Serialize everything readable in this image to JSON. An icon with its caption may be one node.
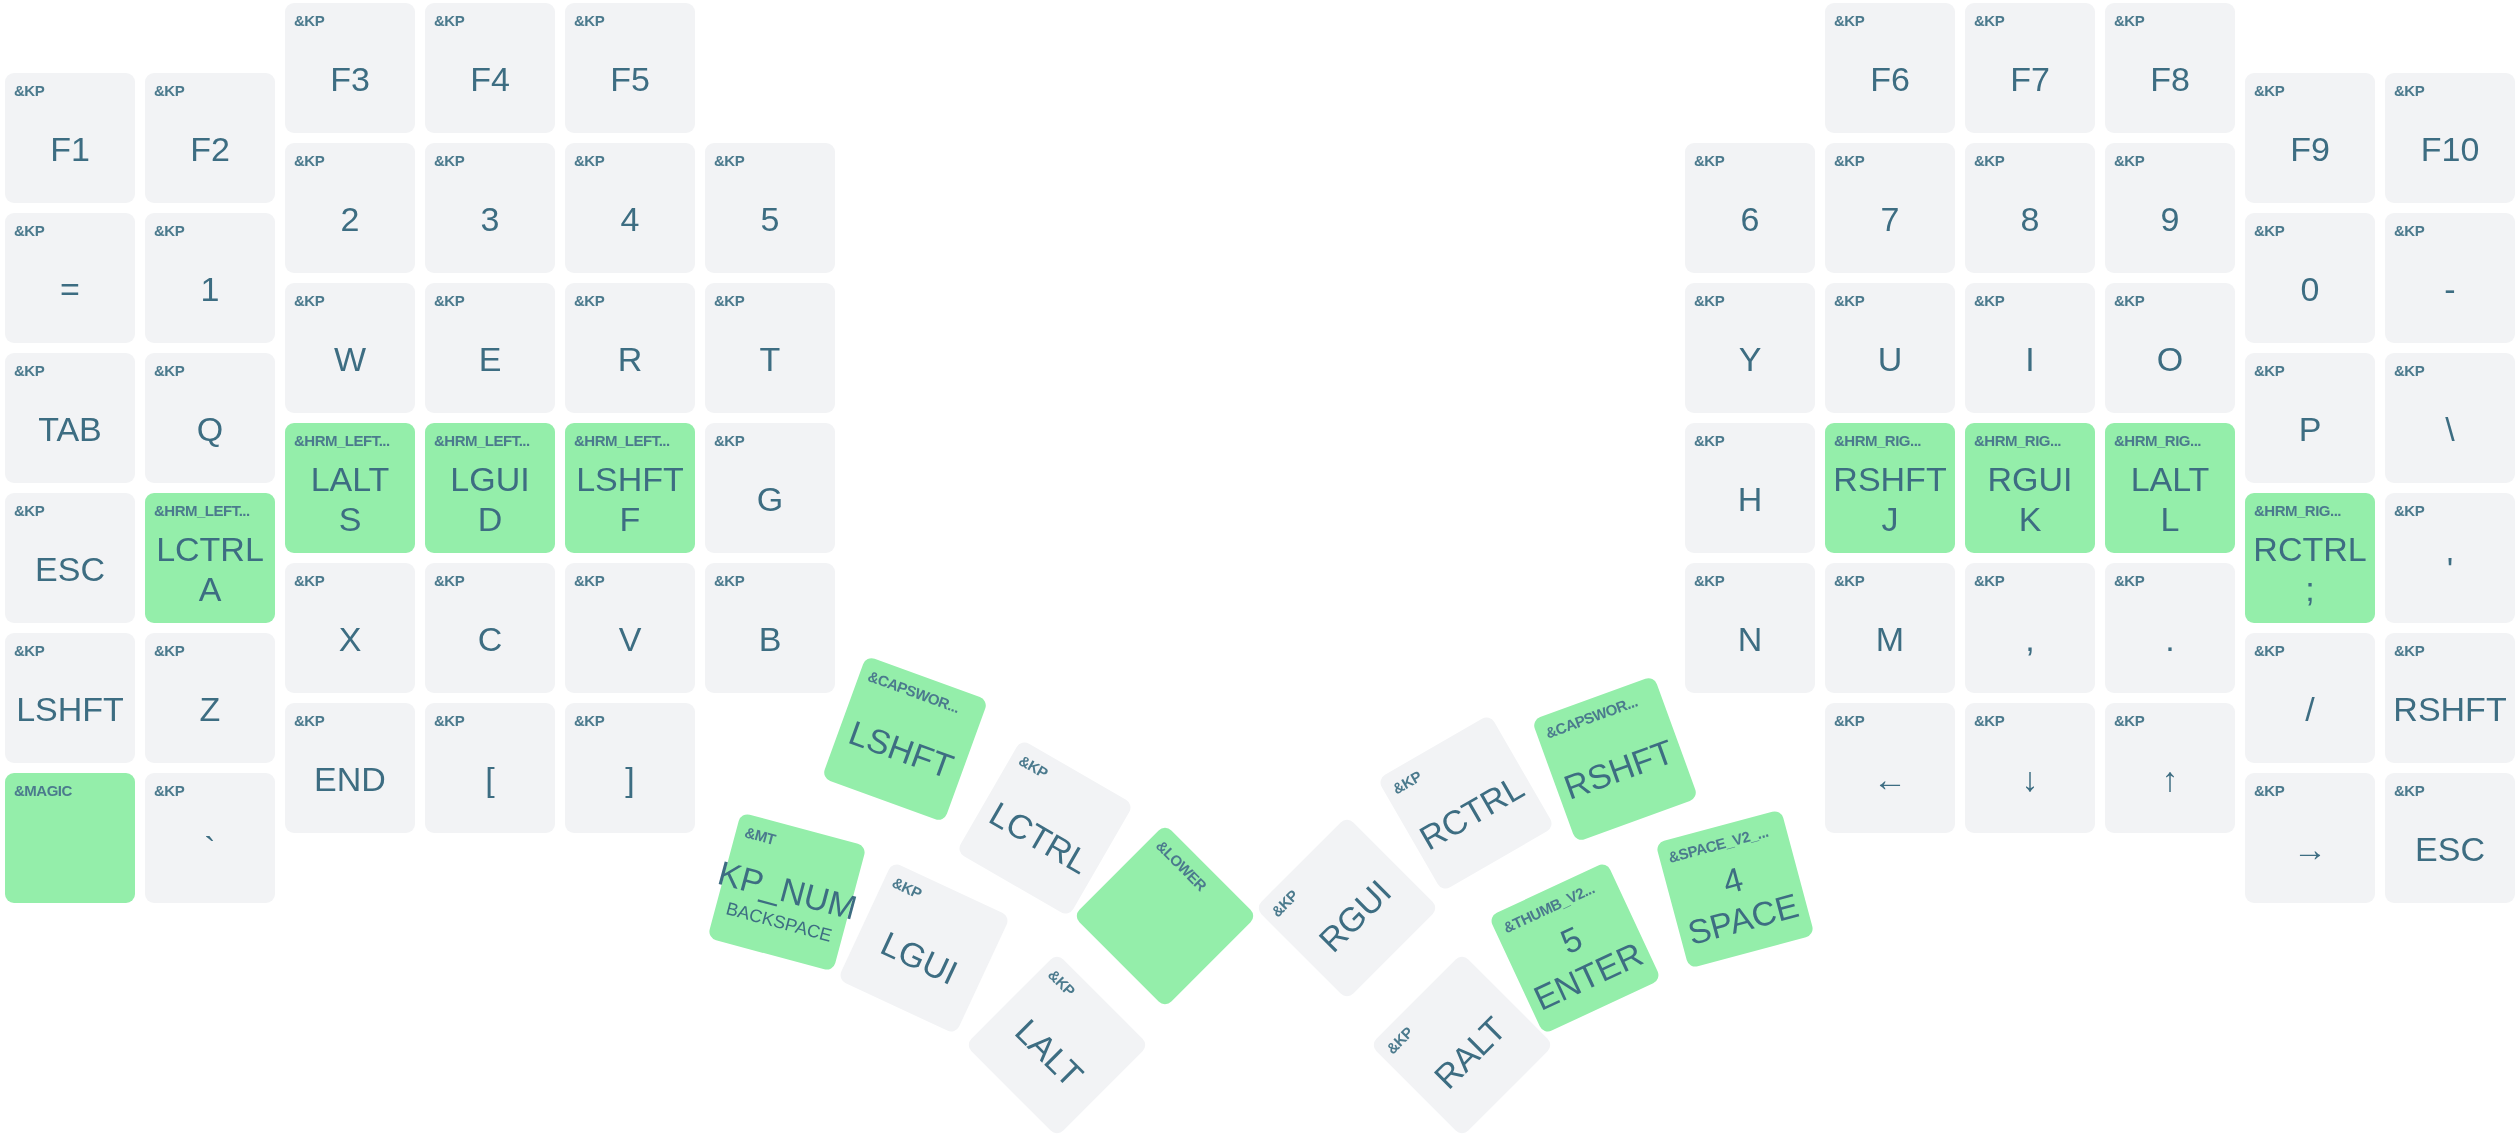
{
  "diagram": {
    "nodes": [
      {
        "text": [
          "&KP",
          "F1"
        ]
      },
      {
        "text": [
          "&KP",
          "F2"
        ]
      },
      {
        "text": [
          "&KP",
          "F3"
        ]
      },
      {
        "text": [
          "&KP",
          "F4"
        ]
      },
      {
        "text": [
          "&KP",
          "F5"
        ]
      },
      {
        "text": [
          "&KP",
          "F6"
        ]
      },
      {
        "text": [
          "&KP",
          "F7"
        ]
      },
      {
        "text": [
          "&KP",
          "F8"
        ]
      },
      {
        "text": [
          "&KP",
          "F9"
        ]
      },
      {
        "text": [
          "&KP",
          "F10"
        ]
      },
      {
        "text": [
          "&KP",
          "="
        ]
      },
      {
        "text": [
          "&KP",
          "1"
        ]
      },
      {
        "text": [
          "&KP",
          "2"
        ]
      },
      {
        "text": [
          "&KP",
          "3"
        ]
      },
      {
        "text": [
          "&KP",
          "4"
        ]
      },
      {
        "text": [
          "&KP",
          "5"
        ]
      },
      {
        "text": [
          "&KP",
          "6"
        ]
      },
      {
        "text": [
          "&KP",
          "7"
        ]
      },
      {
        "text": [
          "&KP",
          "8"
        ]
      },
      {
        "text": [
          "&KP",
          "9"
        ]
      },
      {
        "text": [
          "&KP",
          "0"
        ]
      },
      {
        "text": [
          "&KP",
          "-"
        ]
      },
      {
        "text": [
          "&KP",
          "TAB"
        ]
      },
      {
        "text": [
          "&KP",
          "Q"
        ]
      },
      {
        "text": [
          "&KP",
          "W"
        ]
      },
      {
        "text": [
          "&KP",
          "E"
        ]
      },
      {
        "text": [
          "&KP",
          "R"
        ]
      },
      {
        "text": [
          "&KP",
          "T"
        ]
      },
      {
        "text": [
          "&KP",
          "Y"
        ]
      },
      {
        "text": [
          "&KP",
          "U"
        ]
      },
      {
        "text": [
          "&KP",
          "I"
        ]
      },
      {
        "text": [
          "&KP",
          "O"
        ]
      },
      {
        "text": [
          "&KP",
          "P"
        ]
      },
      {
        "text": [
          "&KP",
          "\\"
        ]
      },
      {
        "text": [
          "&KP",
          "ESC"
        ]
      },
      {
        "text": [
          "&HRM_LEFT...",
          "LCTRL",
          "A"
        ]
      },
      {
        "text": [
          "&HRM_LEFT...",
          "LALT",
          "S"
        ]
      },
      {
        "text": [
          "&HRM_LEFT...",
          "LGUI",
          "D"
        ]
      },
      {
        "text": [
          "&HRM_LEFT...",
          "LSHFT",
          "F"
        ]
      },
      {
        "text": [
          "&KP",
          "G"
        ]
      },
      {
        "text": [
          "&KP",
          "H"
        ]
      },
      {
        "text": [
          "&HRM_RIG...",
          "RSHFT",
          "J"
        ]
      },
      {
        "text": [
          "&HRM_RIG...",
          "RGUI",
          "K"
        ]
      },
      {
        "text": [
          "&HRM_RIG...",
          "LALT",
          "L"
        ]
      },
      {
        "text": [
          "&HRM_RIG...",
          "RCTRL",
          ";"
        ]
      },
      {
        "text": [
          "&KP",
          "'"
        ]
      },
      {
        "text": [
          "&KP",
          "LSHFT"
        ]
      },
      {
        "text": [
          "&KP",
          "Z"
        ]
      },
      {
        "text": [
          "&KP",
          "X"
        ]
      },
      {
        "text": [
          "&KP",
          "C"
        ]
      },
      {
        "text": [
          "&KP",
          "V"
        ]
      },
      {
        "text": [
          "&KP",
          "B"
        ]
      },
      {
        "text": [
          "&KP",
          "N"
        ]
      },
      {
        "text": [
          "&KP",
          "M"
        ]
      },
      {
        "text": [
          "&KP",
          ","
        ]
      },
      {
        "text": [
          "&KP",
          "."
        ]
      },
      {
        "text": [
          "&KP",
          "/"
        ]
      },
      {
        "text": [
          "&KP",
          "RSHFT"
        ]
      },
      {
        "text": [
          "&MAGIC"
        ]
      },
      {
        "text": [
          "&KP",
          "`"
        ]
      },
      {
        "text": [
          "&KP",
          "END"
        ]
      },
      {
        "text": [
          "&KP",
          "["
        ]
      },
      {
        "text": [
          "&KP",
          "]"
        ]
      },
      {
        "text": [
          "&KP",
          "←"
        ]
      },
      {
        "text": [
          "&KP",
          "↓"
        ]
      },
      {
        "text": [
          "&KP",
          "↑"
        ]
      },
      {
        "text": [
          "&KP",
          "→"
        ]
      },
      {
        "text": [
          "&KP",
          "ESC"
        ]
      },
      {
        "text": [
          "&CAPSWOR...",
          "LSHFT"
        ]
      },
      {
        "text": [
          "&KP",
          "LCTRL"
        ]
      },
      {
        "text": [
          "&LOWER"
        ]
      },
      {
        "text": [
          "&MT",
          "KP_NUM",
          "BACKSPACE"
        ]
      },
      {
        "text": [
          "&KP",
          "LGUI"
        ]
      },
      {
        "text": [
          "&KP",
          "LALT"
        ]
      },
      {
        "text": [
          "&KP",
          "RGUI"
        ]
      },
      {
        "text": [
          "&KP",
          "RCTRL"
        ]
      },
      {
        "text": [
          "&CAPSWOR...",
          "RSHFT"
        ]
      },
      {
        "text": [
          "&KP",
          "RALT"
        ]
      },
      {
        "text": [
          "&THUMB_V2...",
          "5",
          "ENTER"
        ]
      },
      {
        "text": [
          "&SPACE_V2_...",
          "4",
          "SPACE"
        ]
      }
    ]
  }
}
